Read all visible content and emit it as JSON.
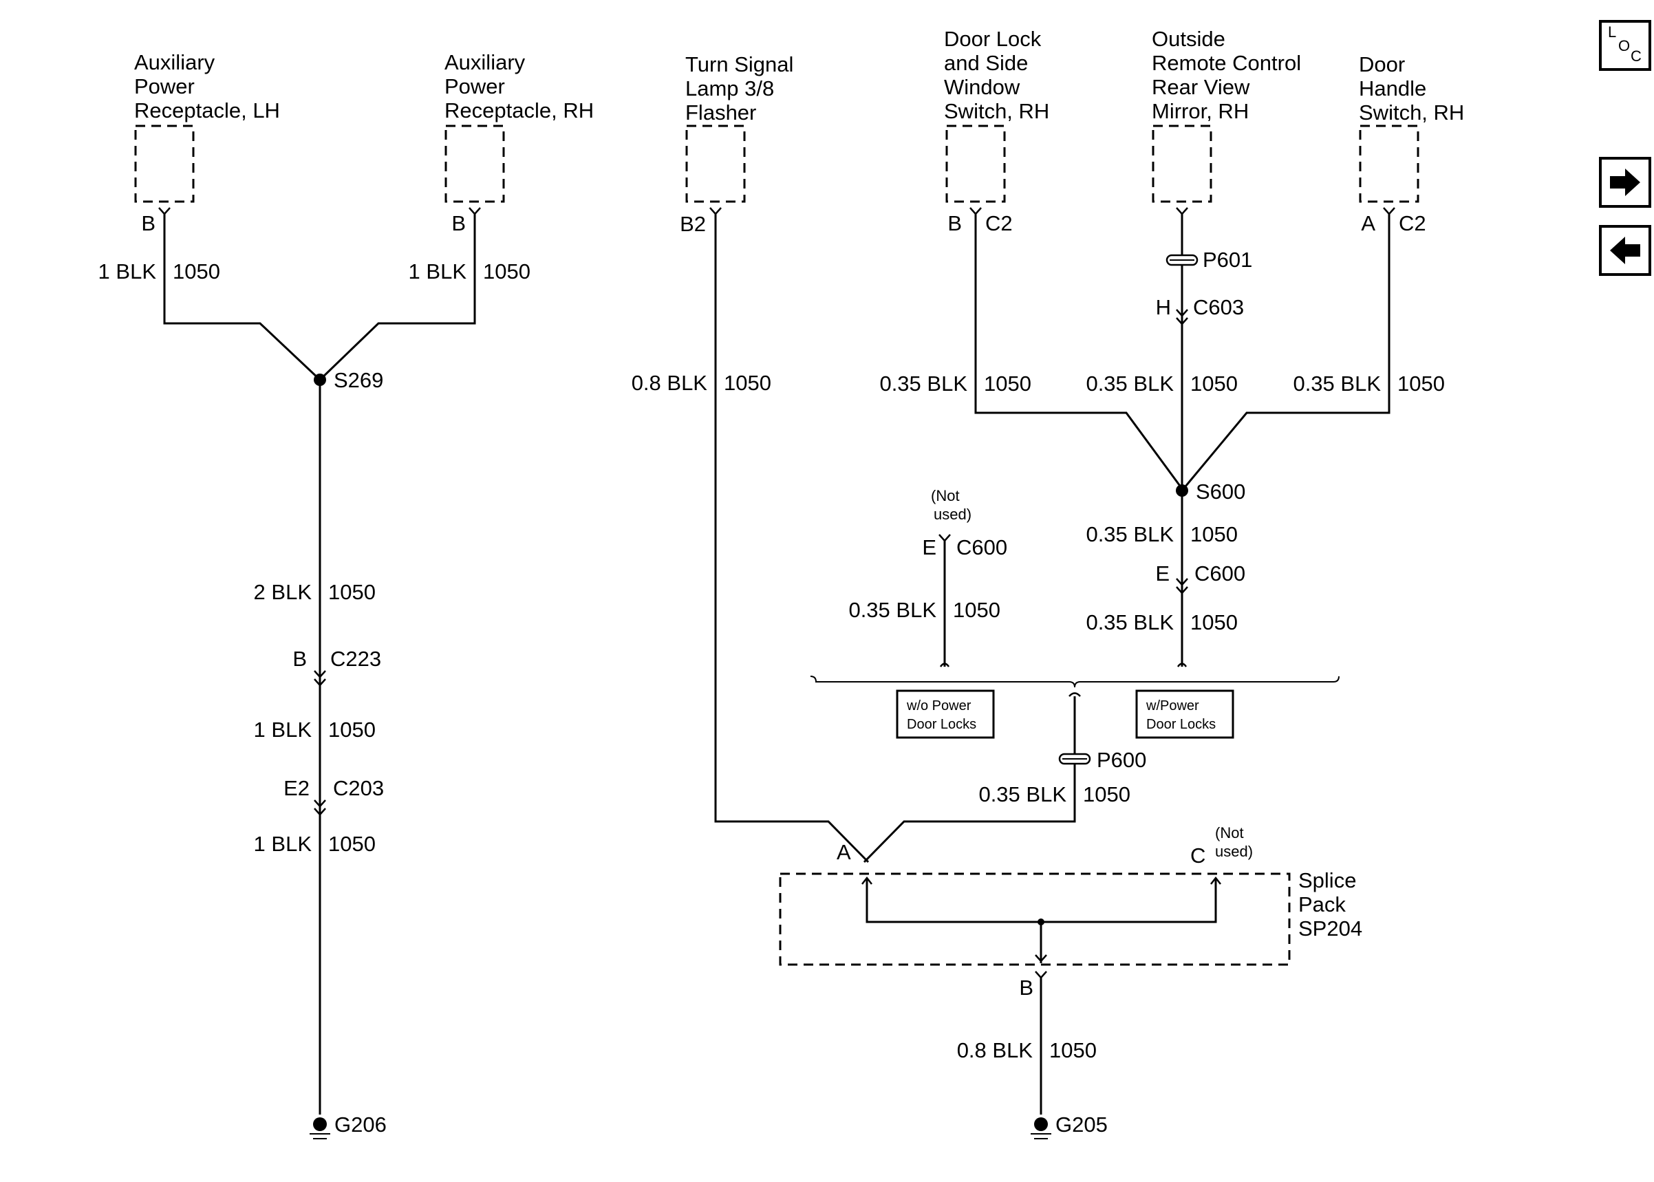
{
  "components": {
    "aux_lh": [
      "Auxiliary",
      "Power",
      "Receptacle, LH"
    ],
    "aux_rh": [
      "Auxiliary",
      "Power",
      "Receptacle, RH"
    ],
    "turn_signal": [
      "Turn Signal",
      "Lamp 3/8",
      "Flasher"
    ],
    "door_lock": [
      "Door Lock",
      "and Side",
      "Window",
      "Switch, RH"
    ],
    "mirror": [
      "Outside",
      "Remote Control",
      "Rear View",
      "Mirror, RH"
    ],
    "door_handle": [
      "Door",
      "Handle",
      "Switch, RH"
    ],
    "splice_pack": [
      "Splice",
      "Pack",
      "SP204"
    ]
  },
  "pins": {
    "aux_lh": "B",
    "aux_rh": "B",
    "turn": "B2",
    "door_lock": "B",
    "door_lock_conn": "C2",
    "handle": "A",
    "handle_conn": "C2",
    "c603": "H",
    "c600_left": "E",
    "c600_right": "E",
    "c223": "B",
    "c203": "E2",
    "sp_a": "A",
    "sp_c": "C",
    "sp_b": "B"
  },
  "connectors": {
    "p601": "P601",
    "c603": "C603",
    "c600_left": "C600",
    "c600_right": "C600",
    "p600": "P600",
    "c223": "C223",
    "c203": "C203"
  },
  "splices": {
    "s269": "S269",
    "s600": "S600"
  },
  "grounds": {
    "g206": "G206",
    "g205": "G205"
  },
  "wires": {
    "aux_lh": {
      "gauge": "1 BLK",
      "circuit": "1050"
    },
    "aux_rh": {
      "gauge": "1 BLK",
      "circuit": "1050"
    },
    "s269_down": {
      "gauge": "2 BLK",
      "circuit": "1050"
    },
    "c223_c203": {
      "gauge": "1 BLK",
      "circuit": "1050"
    },
    "c203_g206": {
      "gauge": "1 BLK",
      "circuit": "1050"
    },
    "turn": {
      "gauge": "0.8 BLK",
      "circuit": "1050"
    },
    "door_lock": {
      "gauge": "0.35 BLK",
      "circuit": "1050"
    },
    "mirror": {
      "gauge": "0.35 BLK",
      "circuit": "1050"
    },
    "handle": {
      "gauge": "0.35 BLK",
      "circuit": "1050"
    },
    "s600_down": {
      "gauge": "0.35 BLK",
      "circuit": "1050"
    },
    "c600_right_down": {
      "gauge": "0.35 BLK",
      "circuit": "1050"
    },
    "c600_left_down": {
      "gauge": "0.35 BLK",
      "circuit": "1050"
    },
    "p600": {
      "gauge": "0.35 BLK",
      "circuit": "1050"
    },
    "g205": {
      "gauge": "0.8 BLK",
      "circuit": "1050"
    }
  },
  "notes": {
    "c600_not_used": [
      "(Not",
      "used)"
    ],
    "sp_c_not_used": [
      "(Not",
      "used)"
    ]
  },
  "options": {
    "wo_power_locks": [
      "w/o Power",
      "Door Locks"
    ],
    "w_power_locks": [
      "w/Power",
      "Door Locks"
    ]
  },
  "nav": {
    "loc": [
      "L",
      "O",
      "C"
    ],
    "next_icon": "right-arrow-icon",
    "prev_icon": "left-arrow-icon"
  }
}
